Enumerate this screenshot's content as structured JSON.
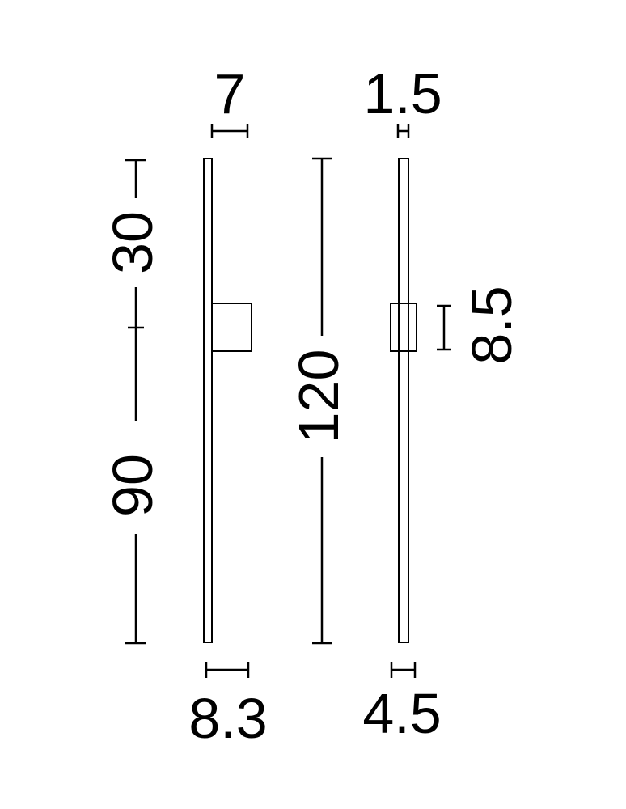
{
  "diagram": {
    "top_labels": {
      "width_top": "7",
      "thickness_top": "1.5"
    },
    "left_labels": {
      "upper_segment": "30",
      "lower_segment": "90"
    },
    "center_label": {
      "total_length": "120"
    },
    "right_labels": {
      "mount_height": "8.5"
    },
    "bottom_labels": {
      "front_depth": "8.3",
      "side_depth": "4.5"
    },
    "colors": {
      "line": "#000000",
      "background": "#ffffff"
    }
  }
}
